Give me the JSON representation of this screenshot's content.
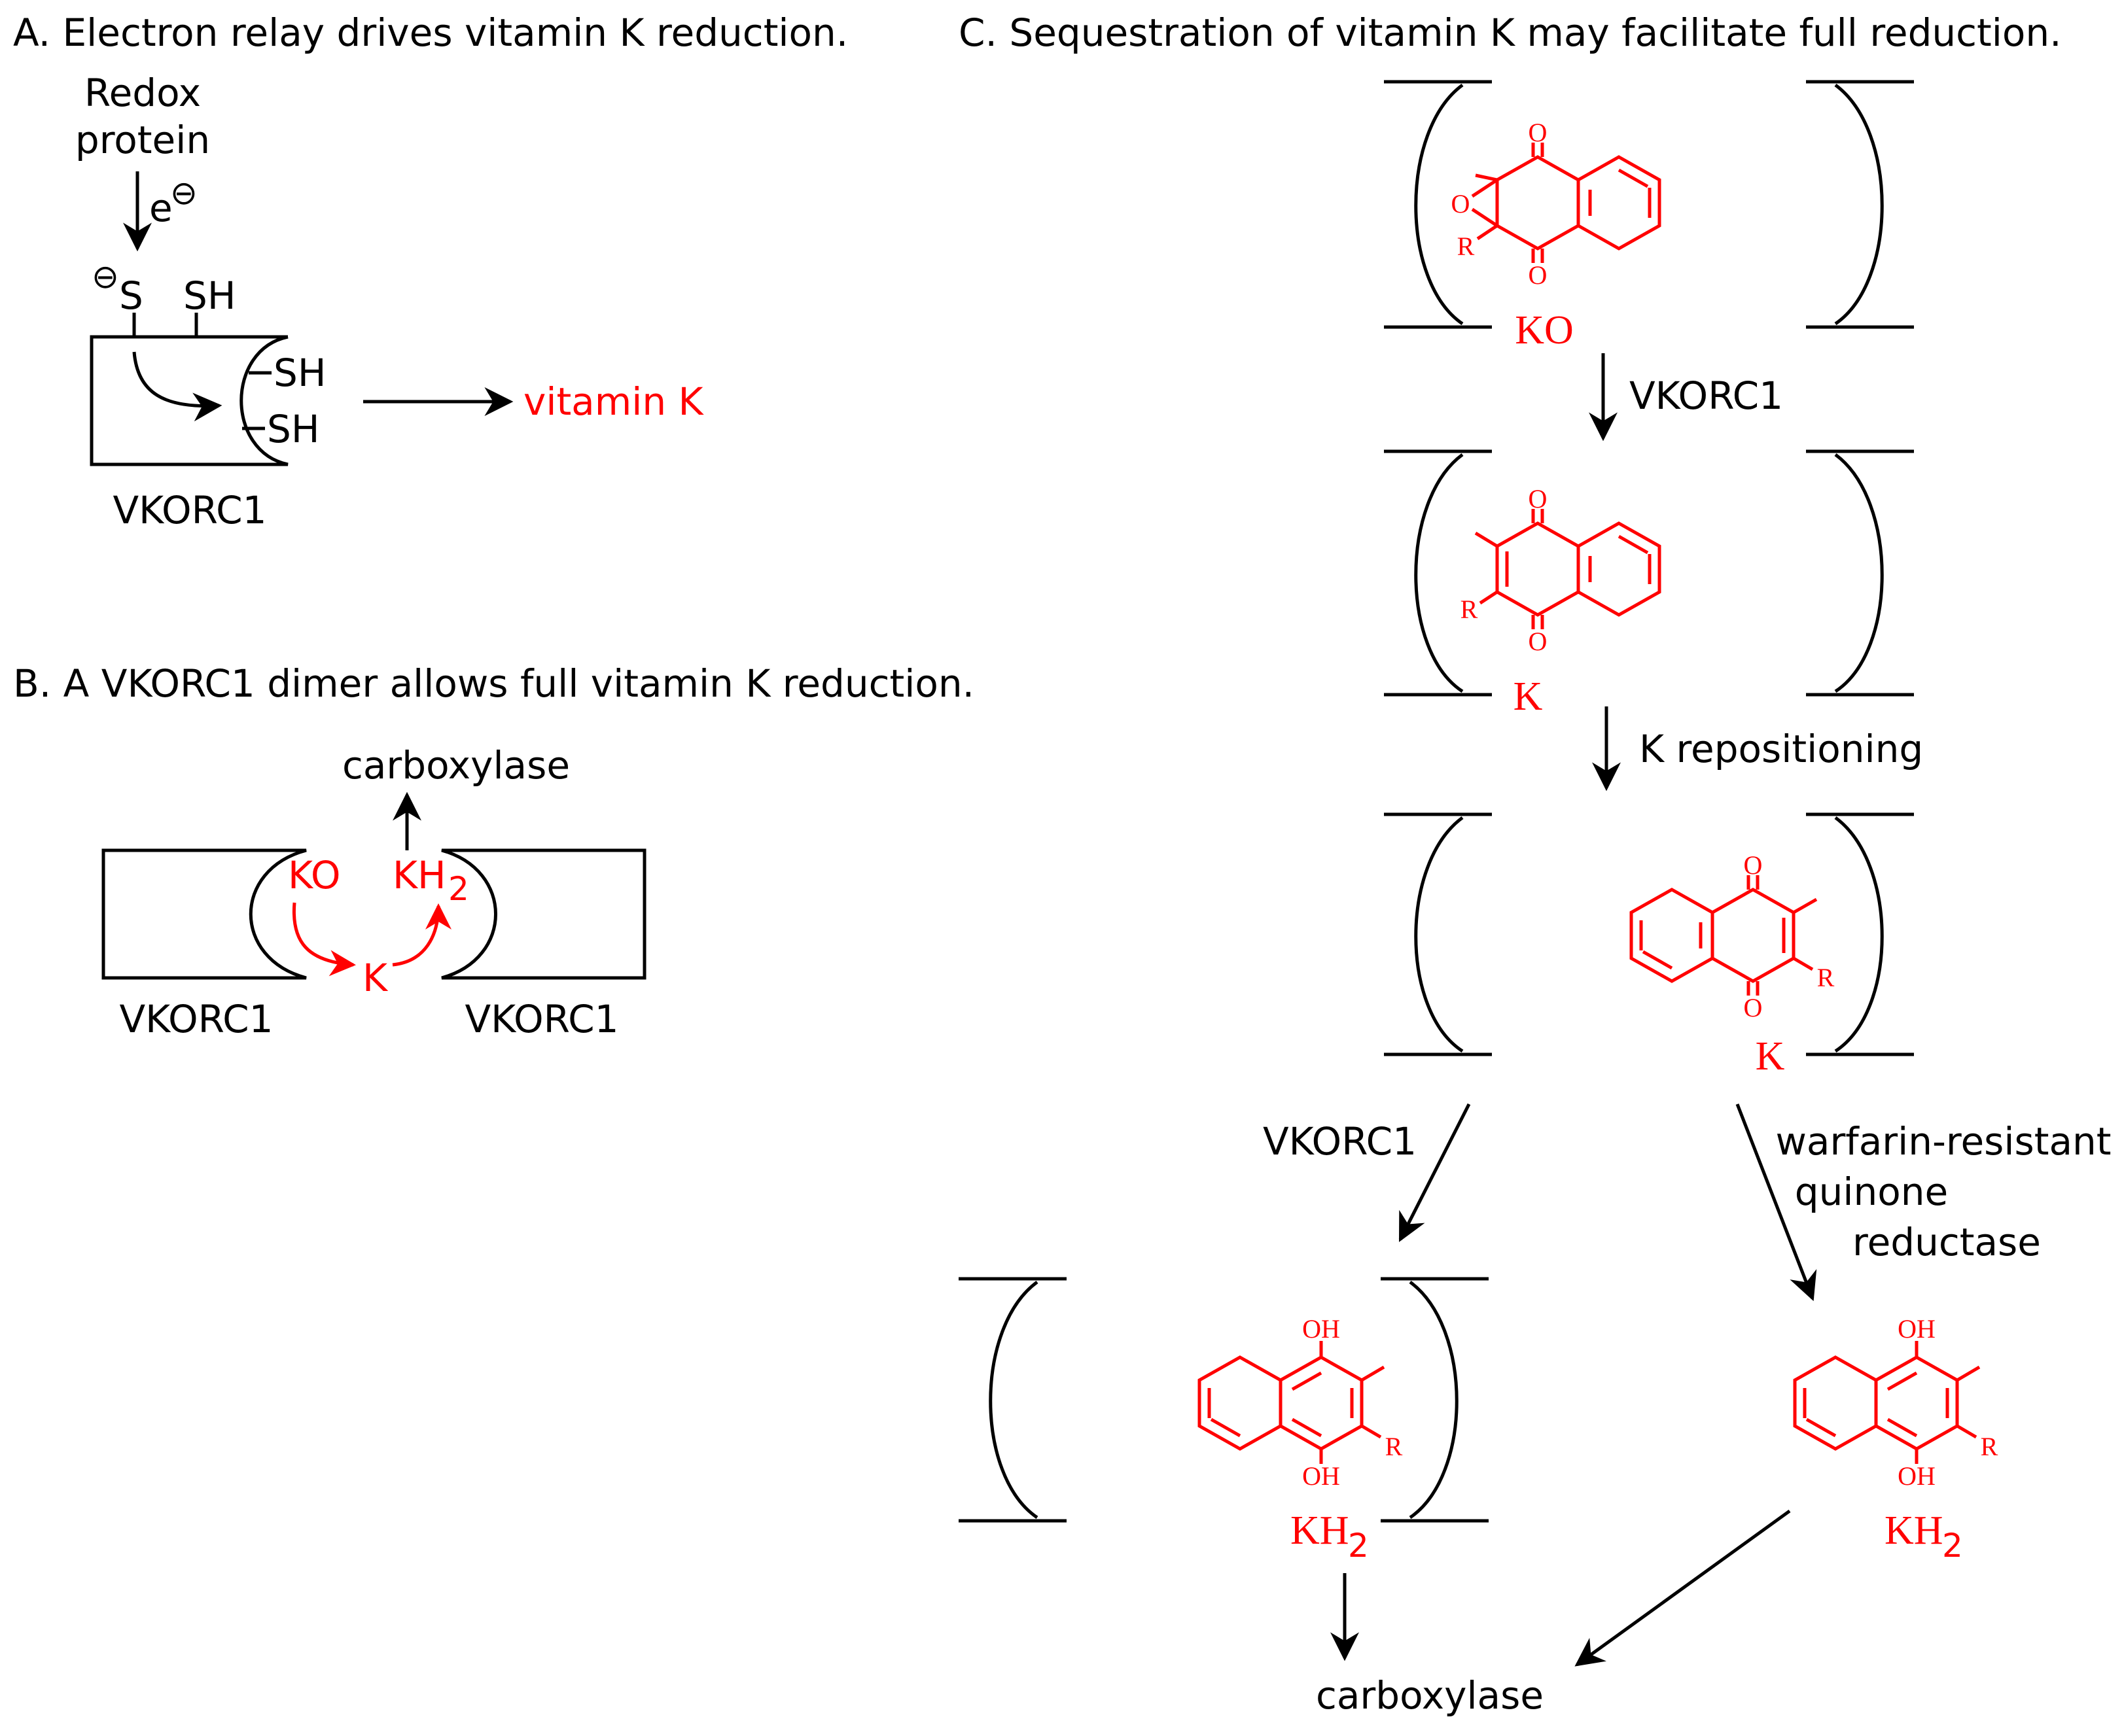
{
  "panels": {
    "A": {
      "title": "A.  Electron relay drives vitamin K reduction.",
      "redox_line1": "Redox",
      "redox_line2": "protein",
      "electron": "e",
      "charge": "⊖",
      "thiolate": "S",
      "thiol_top": "SH",
      "thiol_1": "SH",
      "thiol_2": "SH",
      "protein": "VKORC1",
      "product": "vitamin K"
    },
    "B": {
      "title": "B.  A VKORC1 dimer allows full vitamin K reduction.",
      "carboxylase": "carboxylase",
      "ko": "KO",
      "kh": "KH",
      "sub2": "2",
      "k": "K",
      "protein_left": "VKORC1",
      "protein_right": "VKORC1"
    },
    "C": {
      "title": "C.  Sequestration of vitamin K may facilitate full reduction.",
      "ko_label": "KO",
      "k_label_1": "K",
      "k_label_2": "K",
      "kh2_label_1": "KH",
      "kh2_label_2": "KH",
      "sub2": "2",
      "step_vkorc1": "VKORC1",
      "step_repositioning": "K repositioning",
      "step_vkorc1_2": "VKORC1",
      "reductase_line1": "warfarin-resistant",
      "reductase_line2": "quinone",
      "reductase_line3": "reductase",
      "carboxylase": "carboxylase",
      "atom_o": "O",
      "atom_r": "R",
      "atom_oh": "OH"
    }
  },
  "colors": {
    "molecule": "#ff0000",
    "text": "#000000"
  }
}
